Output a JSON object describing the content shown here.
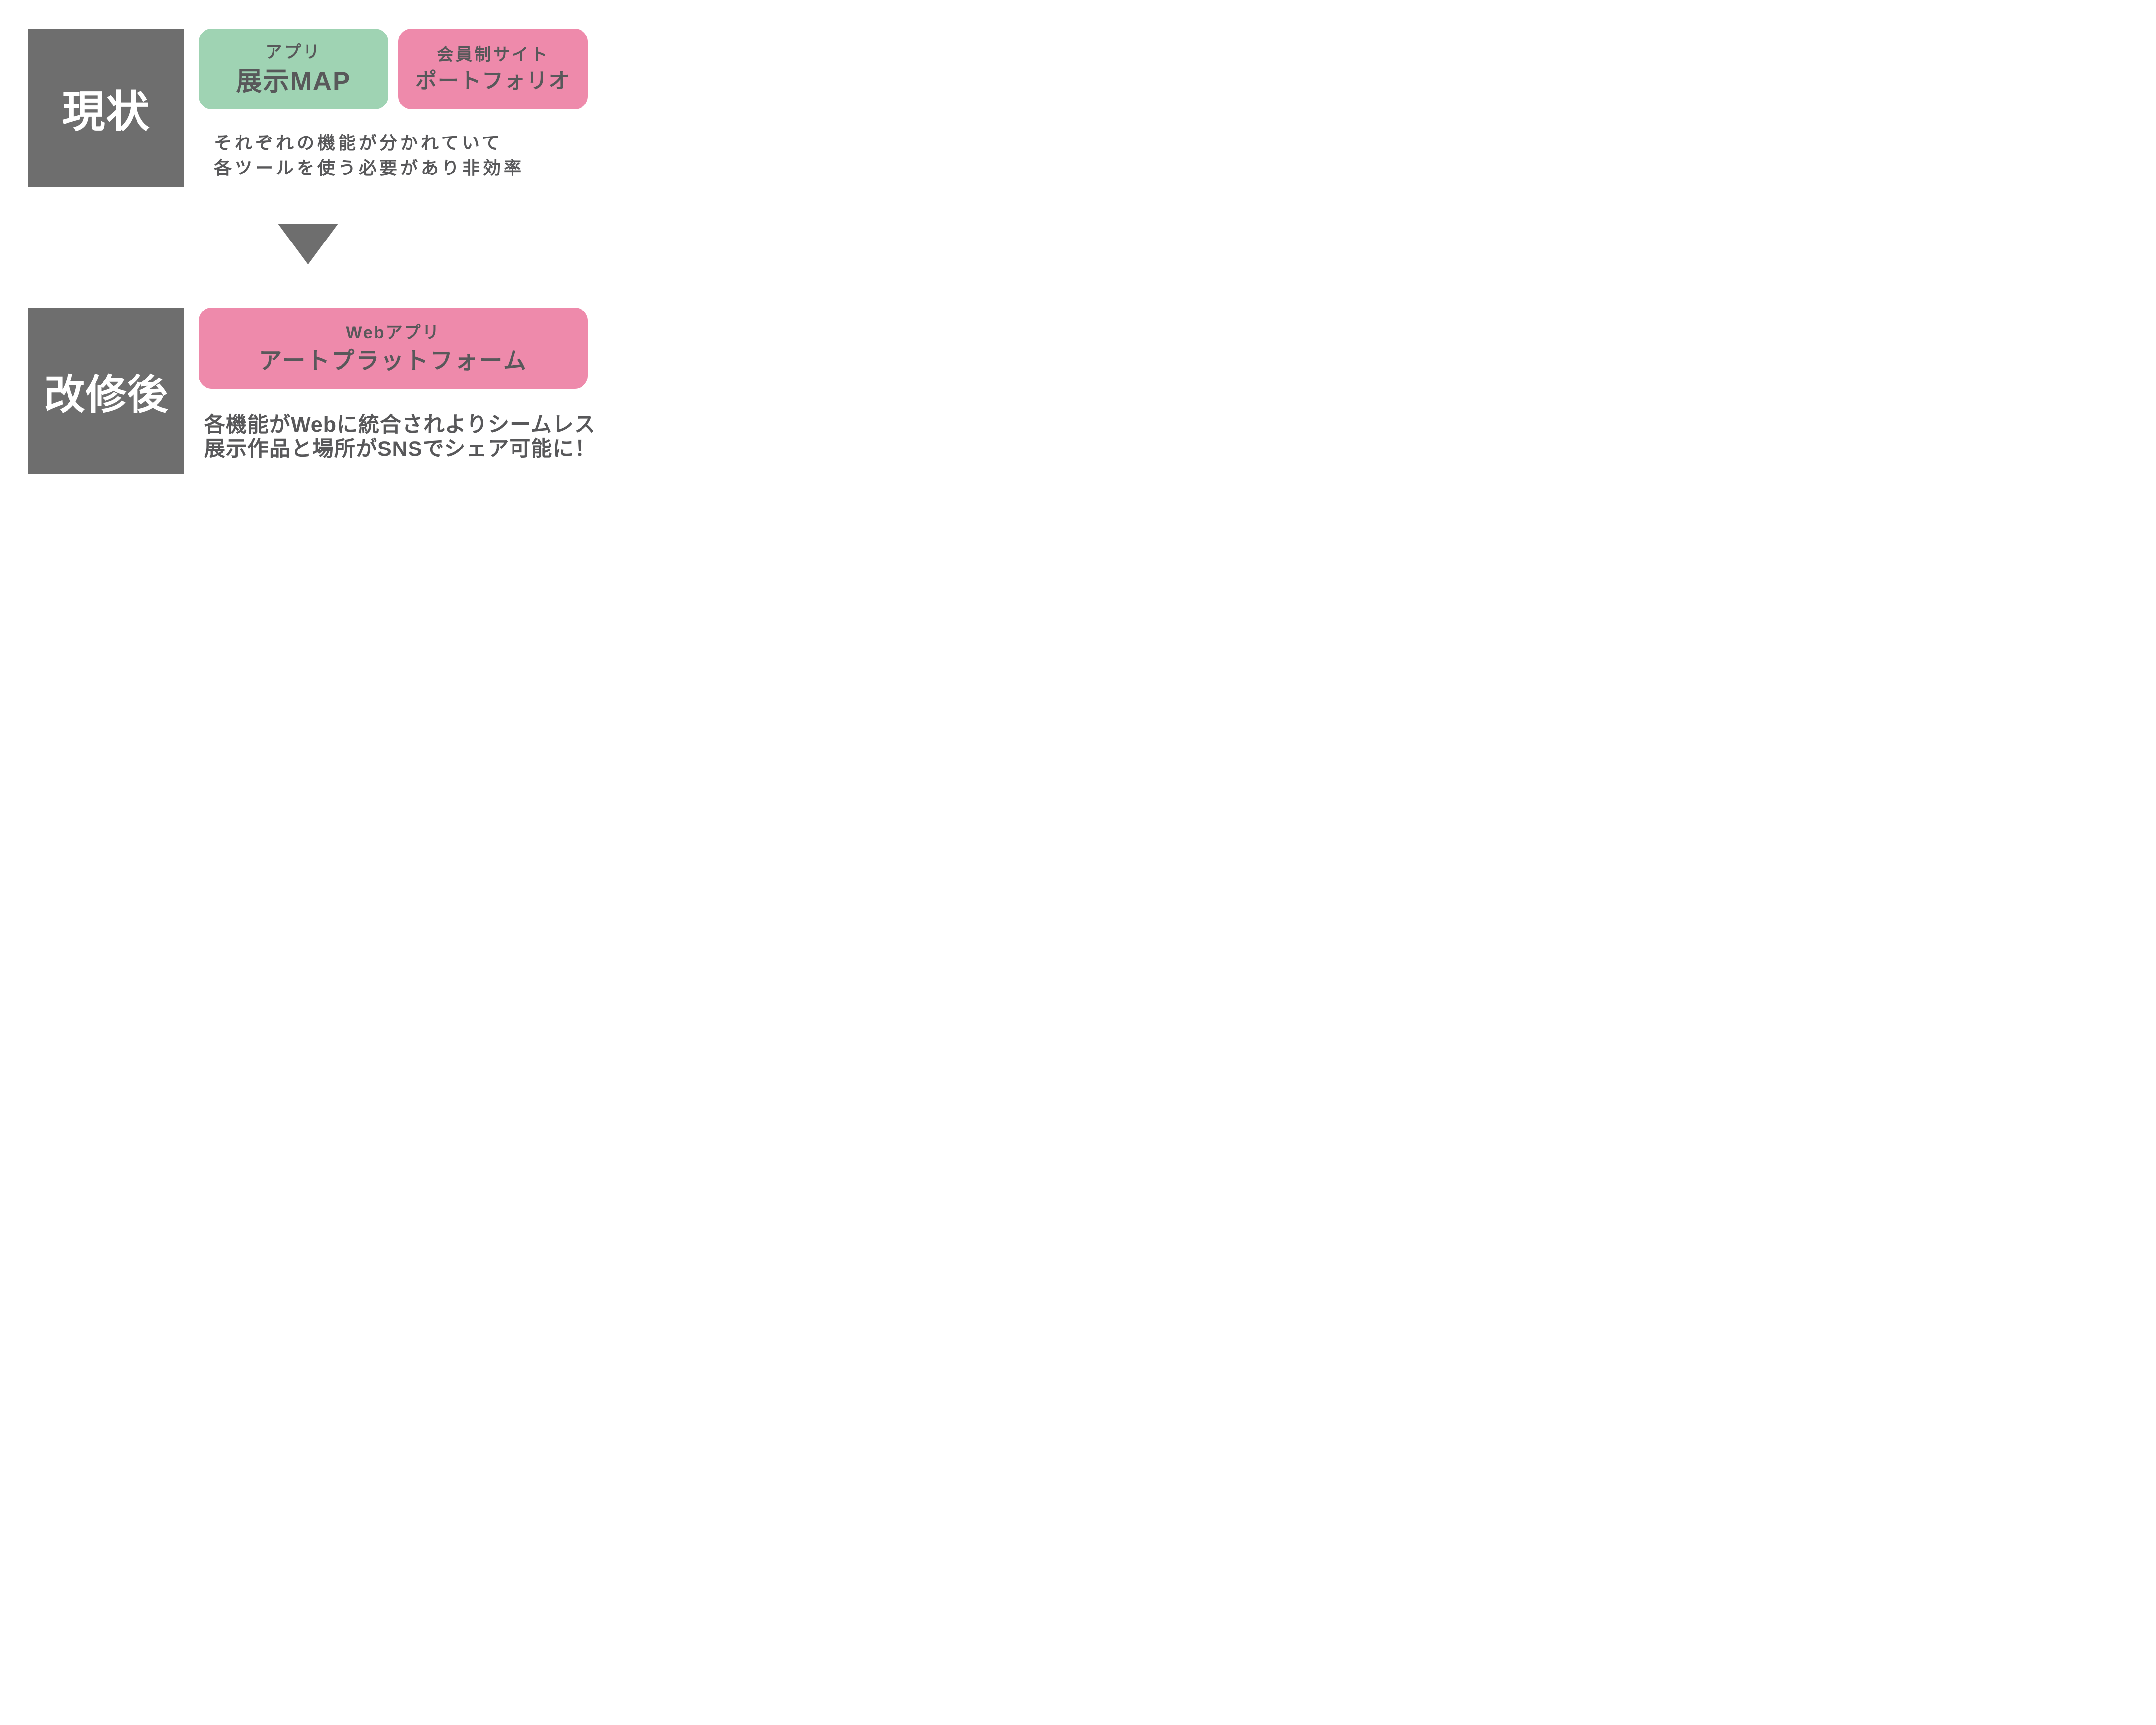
{
  "colors": {
    "label_box_gray": "#6e6e6e",
    "body_text_gray": "#58585a",
    "card_green": "#9fd3b3",
    "card_pink": "#ee8aab",
    "label_text_white": "#ffffff"
  },
  "current_section": {
    "label": "現状",
    "app_card": {
      "tag": "アプリ",
      "title": "展示MAP"
    },
    "member_card": {
      "tag": "会員制サイト",
      "title": "ポートフォリオ"
    },
    "description_line1": "それぞれの機能が分かれていて",
    "description_line2": "各ツールを使う必要があり非効率"
  },
  "arrow": {
    "name": "down-triangle"
  },
  "after_section": {
    "label": "改修後",
    "web_card": {
      "tag": "Webアプリ",
      "title": "アートプラットフォーム"
    },
    "description_line1": "各機能がWebに統合されよりシームレス",
    "description_line2": "展示作品と場所がSNSでシェア可能に！"
  }
}
